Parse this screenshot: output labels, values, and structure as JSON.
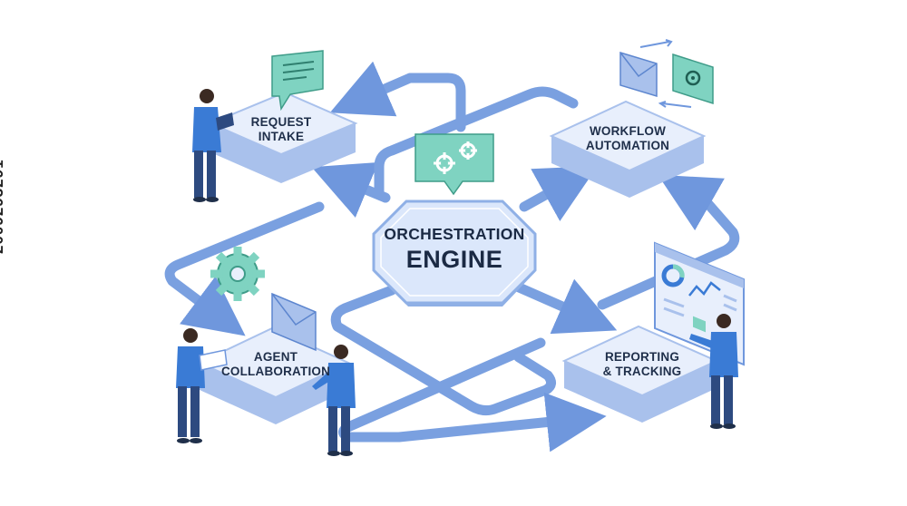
{
  "engine": {
    "line1": "ORCHESTRATION",
    "line2": "ENGINE"
  },
  "nodes": {
    "request_intake": {
      "line1": "REQUEST",
      "line2": "INTAKE"
    },
    "workflow_automation": {
      "line1": "WORKFLOW",
      "line2": "AUTOMATION"
    },
    "agent_collaboration": {
      "line1": "AGENT",
      "line2": "COLLABORATION"
    },
    "reporting_tracking": {
      "line1": "REPORTING",
      "line2": "& TRACKING"
    }
  },
  "stock_id": "2009293291",
  "icons": [
    "chat-bubble-icon",
    "gears-icon",
    "envelope-icon",
    "settings-window-icon",
    "gear-icon",
    "dashboard-screen-icon"
  ],
  "colors": {
    "platform_top": "#e6eefc",
    "platform_side": "#a9c1ec",
    "arrow": "#6f97dd",
    "accent_teal": "#7fd3c1",
    "person_shirt": "#3a7bd5",
    "person_pants": "#2d4a80"
  }
}
